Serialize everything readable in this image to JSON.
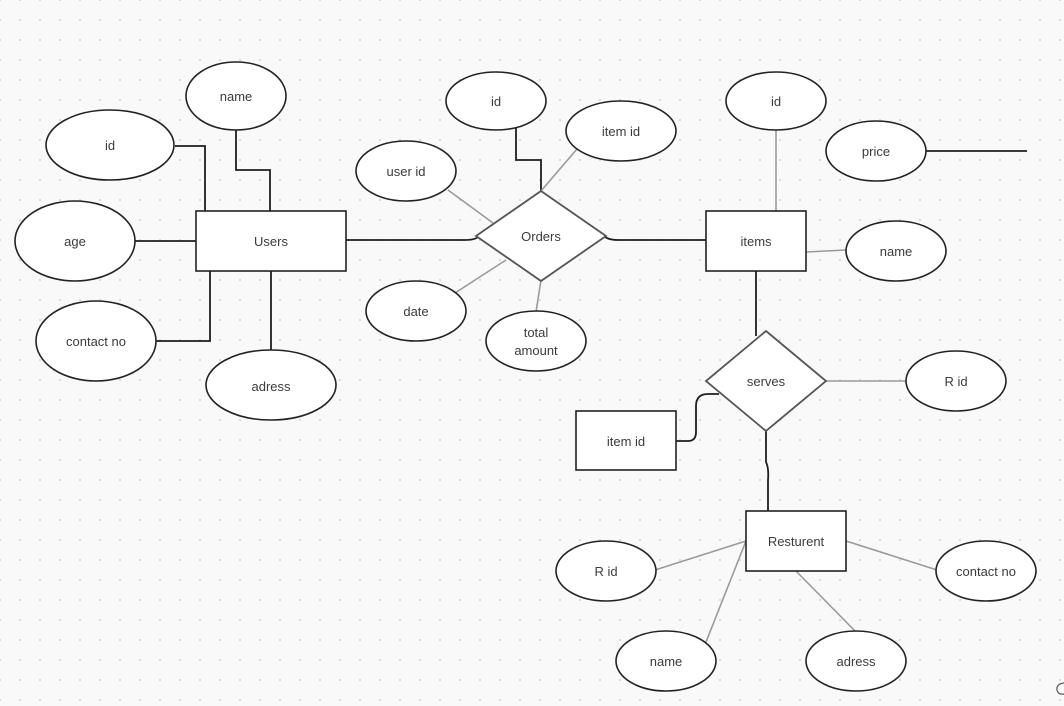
{
  "diagram": {
    "entities": {
      "users": "Users",
      "items": "items",
      "resturent": "Resturent",
      "item_id": "item id"
    },
    "relationships": {
      "orders": "Orders",
      "serves": "serves"
    },
    "attributes": {
      "users_name": "name",
      "users_id": "id",
      "users_age": "age",
      "users_contact": "contact no",
      "users_adress": "adress",
      "orders_id": "id",
      "orders_item_id": "item id",
      "orders_user_id": "user id",
      "orders_date": "date",
      "orders_total_amount_line1": "total",
      "orders_total_amount_line2": "amount",
      "items_id": "id",
      "items_price": "price",
      "items_name": "name",
      "serves_r_id": "R id",
      "resturent_r_id": "R id",
      "resturent_contact": "contact no",
      "resturent_name": "name",
      "resturent_adress": "adress"
    }
  },
  "colors": {
    "background": "#f9f9fa",
    "grid_dot": "#d8d8dc",
    "stroke_dark": "#1e1e1e",
    "stroke_light": "#9a9a9a",
    "diamond_stroke": "#555555"
  }
}
